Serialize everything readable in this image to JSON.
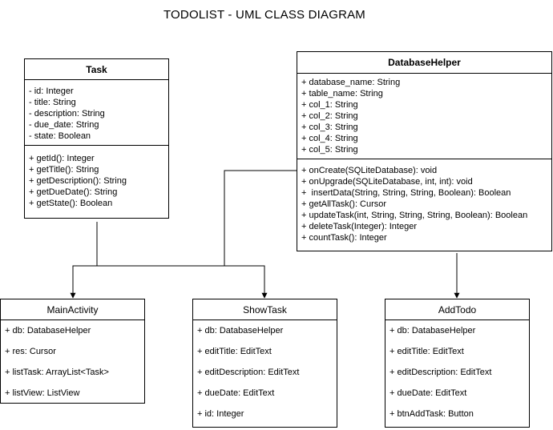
{
  "title": "TODOLIST - UML CLASS DIAGRAM",
  "classes": {
    "task": {
      "name": "Task",
      "attributes": [
        "- id: Integer",
        "- title: String",
        "- description: String",
        "- due_date: String",
        "- state: Boolean"
      ],
      "methods": [
        "+ getId(): Integer",
        "+ getTitle(): String",
        "+ getDescription(): String",
        "+ getDueDate(): String",
        "+ getState(): Boolean"
      ]
    },
    "database_helper": {
      "name": "DatabaseHelper",
      "attributes": [
        "+ database_name: String",
        "+ table_name: String",
        "+ col_1: String",
        "+ col_2: String",
        "+ col_3: String",
        "+ col_4: String",
        "+ col_5: String"
      ],
      "methods": [
        "+ onCreate(SQLiteDatabase): void",
        "+ onUpgrade(SQLiteDatabase, int, int): void",
        "+  insertData(String, String, String, Boolean): Boolean",
        "+ getAllTask(): Cursor",
        "+ updateTask(int, String, String, String, Boolean): Boolean",
        "+ deleteTask(Integer): Integer",
        "+ countTask(): Integer"
      ]
    },
    "main_activity": {
      "name": "MainActivity",
      "attributes": [
        "+ db: DatabaseHelper",
        "+ res: Cursor",
        "+ listTask: ArrayList<Task>",
        "+ listView: ListView"
      ]
    },
    "show_task": {
      "name": "ShowTask",
      "attributes": [
        "+ db: DatabaseHelper",
        "+ editTitle: EditText",
        "+ editDescription: EditText",
        "+ dueDate: EditText",
        "+ id: Integer"
      ]
    },
    "add_todo": {
      "name": "AddTodo",
      "attributes": [
        "+ db: DatabaseHelper",
        "+ editTitle: EditText",
        "+ editDescription: EditText",
        "+ dueDate: EditText",
        "+ btnAddTask: Button"
      ]
    }
  }
}
